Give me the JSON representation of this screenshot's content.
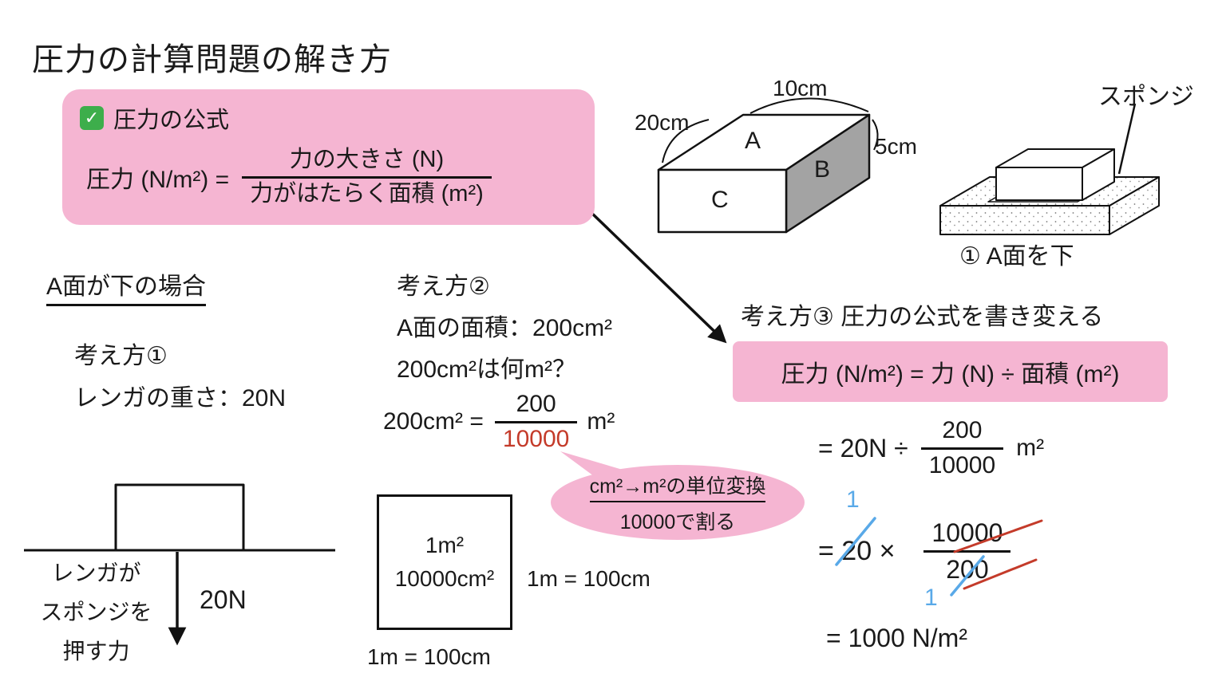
{
  "title": "圧力の計算問題の解き方",
  "formula_box": {
    "check_glyph": "✓",
    "heading": "圧力の公式",
    "lhs": "圧力 (N/m²) =",
    "numerator": "力の大きさ (N)",
    "denominator": "力がはたらく面積 (m²)"
  },
  "box_diagram": {
    "dim_top": "10cm",
    "dim_left": "20cm",
    "dim_right": "5cm",
    "face_a": "A",
    "face_b": "B",
    "face_c": "C"
  },
  "sponge_diagram": {
    "label": "スポンジ",
    "caption": "① A面を下"
  },
  "case_a": {
    "heading": "A面が下の場合",
    "step_label": "考え方①",
    "weight_text": "レンガの重さ：20N",
    "force_line1": "レンガが",
    "force_line2": "スポンジを",
    "force_line3": "押す力",
    "force_value": "20N"
  },
  "step2": {
    "label": "考え方②",
    "area_text": "A面の面積：200cm²",
    "question": "200cm²は何m²？",
    "equation_lhs": "200cm² =",
    "fraction_numerator": "200",
    "fraction_denominator": "10000",
    "equation_unit": "m²",
    "bubble_line1": "cm²→m²の単位変換",
    "bubble_line2": "10000で割る",
    "square_label1": "1m²",
    "square_label2": "10000cm²",
    "square_side_label": "1m = 100cm",
    "square_bottom_label": "1m = 100cm"
  },
  "step3": {
    "label": "考え方③ 圧力の公式を書き変える",
    "formula": "圧力 (N/m²) = 力 (N) ÷ 面積 (m²)",
    "calc1_lhs": "= 20N ÷",
    "calc1_numerator": "200",
    "calc1_denominator": "10000",
    "calc1_unit": "m²",
    "calc2_lhs": "= 20 ×",
    "calc2_numerator": "10000",
    "calc2_denominator": "200",
    "cancel_top": "1",
    "cancel_bottom": "1",
    "result": "= 1000 N/m²"
  },
  "colors": {
    "pink": "#f5b5d2",
    "red": "#c43b2a",
    "blue": "#59a9e8",
    "green": "#3dae4b",
    "face_gray": "#a3a3a3"
  }
}
